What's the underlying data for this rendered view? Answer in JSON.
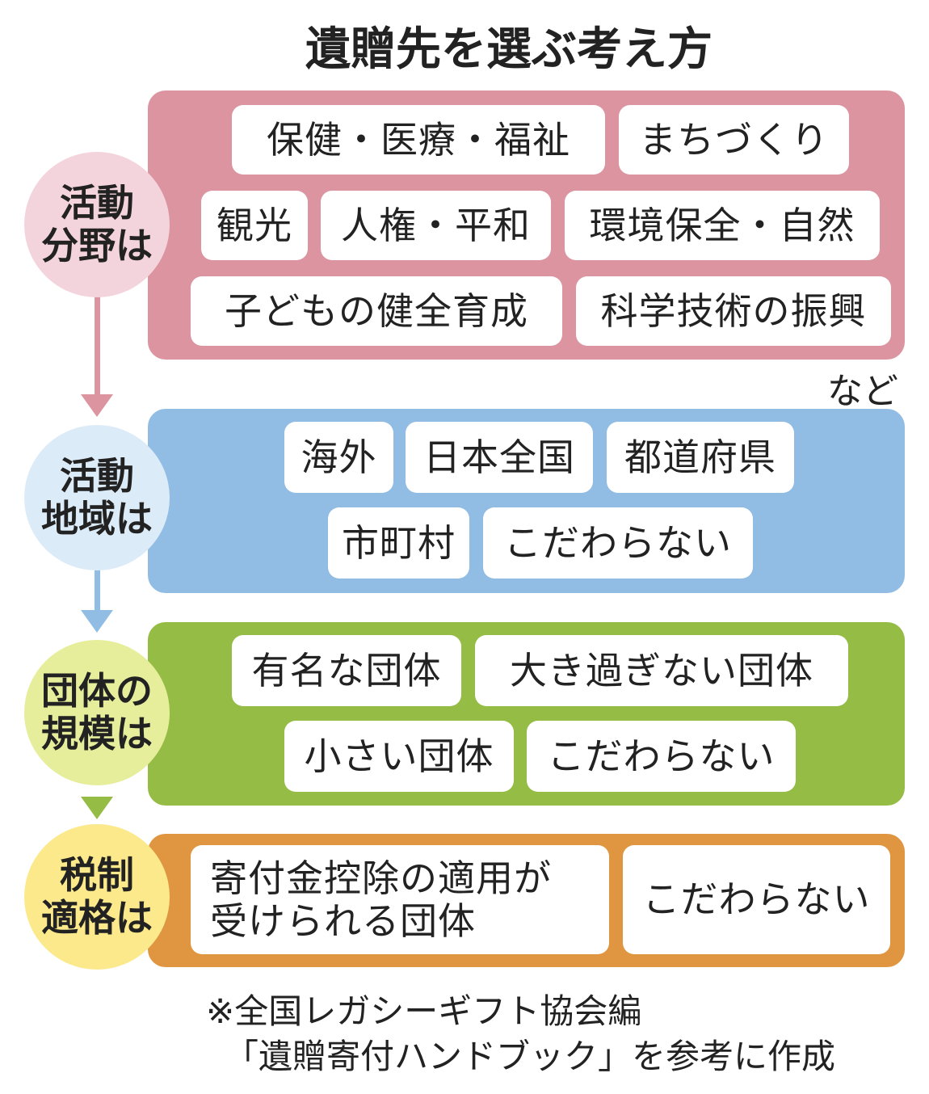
{
  "title": "遺贈先を選ぶ考え方",
  "colors": {
    "field": "#dc95a0",
    "field_circle": "#f4d4dc",
    "region": "#91bde5",
    "region_circle": "#dcebf8",
    "size": "#95bc44",
    "size_circle": "#e6ee9c",
    "tax": "#e09640",
    "tax_circle": "#fbe98c"
  },
  "steps": [
    {
      "label": [
        "活動",
        "分野は"
      ],
      "options": [
        "保健・医療・福祉",
        "まちづくり",
        "観光",
        "人権・平和",
        "環境保全・自然",
        "子どもの健全育成",
        "科学技術の振興"
      ],
      "etc": "など"
    },
    {
      "label": [
        "活動",
        "地域は"
      ],
      "options": [
        "海外",
        "日本全国",
        "都道府県",
        "市町村",
        "こだわらない"
      ]
    },
    {
      "label": [
        "団体の",
        "規模は"
      ],
      "options": [
        "有名な団体",
        "大き過ぎない団体",
        "小さい団体",
        "こだわらない"
      ]
    },
    {
      "label": [
        "税制",
        "適格は"
      ],
      "options": [
        [
          "寄付金控除の適用が",
          "受けられる団体"
        ],
        "こだわらない"
      ]
    }
  ],
  "note": {
    "line1": "※全国レガシーギフト協会編",
    "line2": "「遺贈寄付ハンドブック」を参考に作成"
  }
}
